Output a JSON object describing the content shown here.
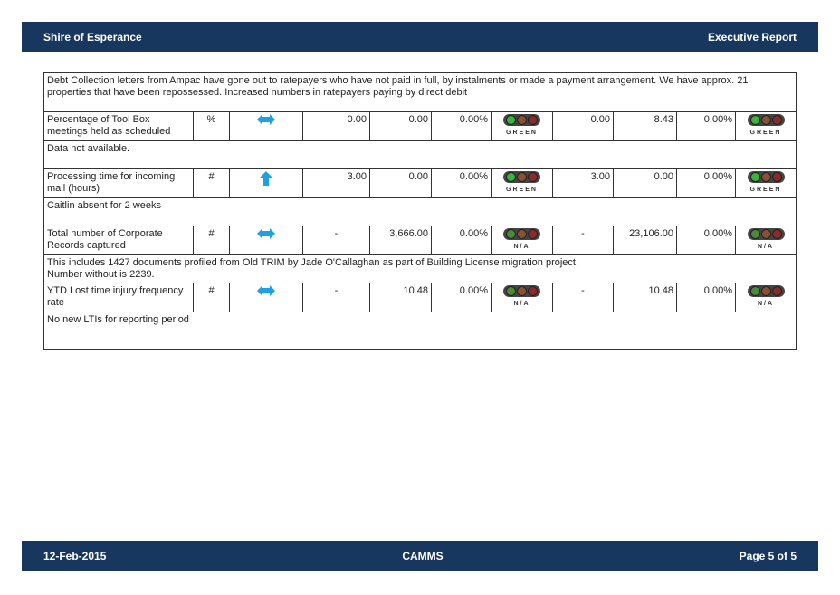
{
  "header": {
    "title": "Shire of Esperance",
    "report": "Executive Report"
  },
  "footer": {
    "date": "12-Feb-2015",
    "center": "CAMMS",
    "page": "Page 5 of 5"
  },
  "intro_comment": "Debt Collection letters from Ampac have gone out to ratepayers who have not paid in full, by instalments or made a payment arrangement. We have approx.  21 properties that have been repossessed. Increased numbers in ratepayers paying by direct debit",
  "rows": [
    {
      "name": "Percentage of Tool Box meetings held as scheduled",
      "unit": "%",
      "trend": "steady-icon",
      "v1": "0.00",
      "v2": "0.00",
      "v3": "0.00%",
      "status1": "GREEN",
      "v4": "0.00",
      "v5": "8.43",
      "v6": "0.00%",
      "status2": "GREEN",
      "comment": "Data not available."
    },
    {
      "name": "Processing time for incoming mail (hours)",
      "unit": "#",
      "trend": "arrow-up-icon",
      "v1": "3.00",
      "v2": "0.00",
      "v3": "0.00%",
      "status1": "GREEN",
      "v4": "3.00",
      "v5": "0.00",
      "v6": "0.00%",
      "status2": "GREEN",
      "comment": "Caitlin absent for 2 weeks"
    },
    {
      "name": "Total number of Corporate Records captured",
      "unit": "#",
      "trend": "steady-icon",
      "v1": "-",
      "v2": "3,666.00",
      "v3": "0.00%",
      "status1": "N/A",
      "v4": "-",
      "v5": "23,106.00",
      "v6": "0.00%",
      "status2": "N/A",
      "comment": "This includes 1427 documents profiled from Old TRIM by Jade O'Callaghan as part of Building License migration project.\nNumber without is 2239."
    },
    {
      "name": "YTD Lost time injury frequency rate",
      "unit": "#",
      "trend": "steady-icon",
      "v1": "-",
      "v2": "10.48",
      "v3": "0.00%",
      "status1": "N/A",
      "v4": "-",
      "v5": "10.48",
      "v6": "0.00%",
      "status2": "N/A",
      "comment": "No new LTIs for reporting period"
    }
  ],
  "colors": {
    "navy": "#17375e",
    "trend": "#1ea0e6",
    "green_on": "#3cb43c",
    "green_off": "#4a7a3a",
    "amber": "#7a4a30",
    "red": "#7a2a2a"
  }
}
